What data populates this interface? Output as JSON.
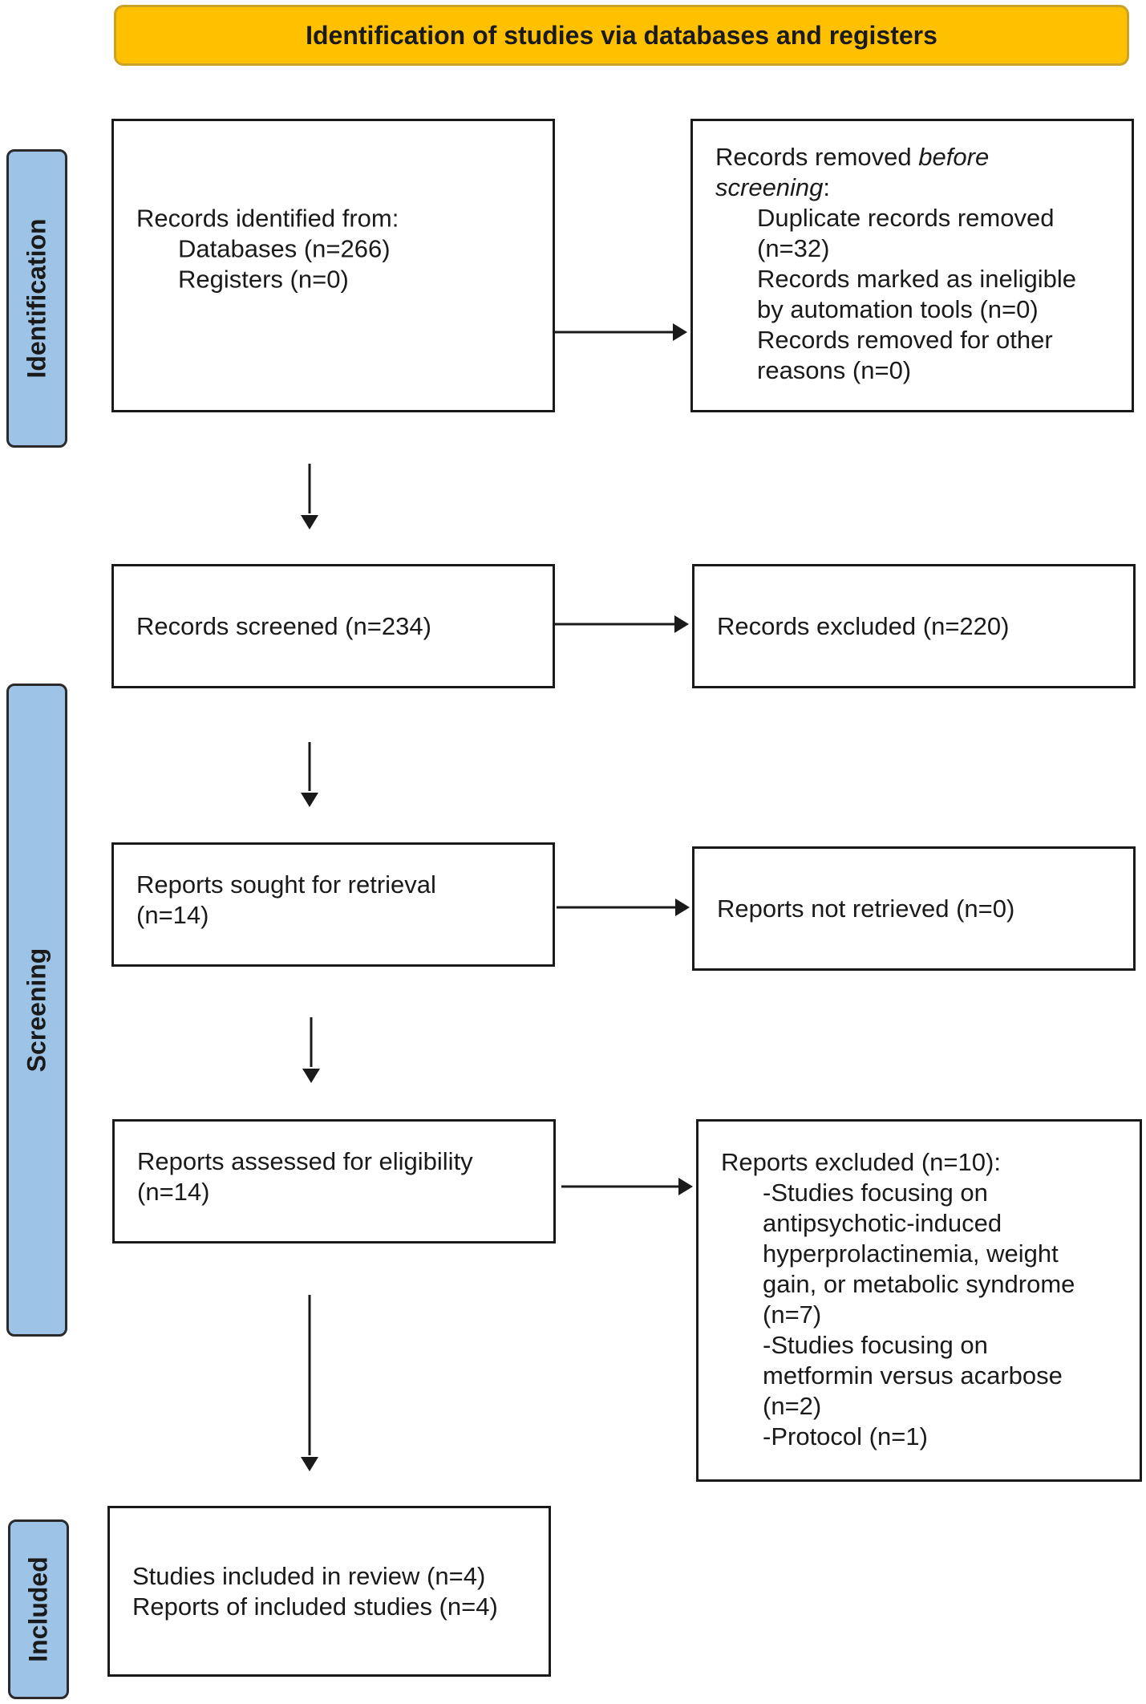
{
  "header": {
    "title": "Identification of studies via databases and registers"
  },
  "phases": {
    "identification": "Identification",
    "screening": "Screening",
    "included": "Included"
  },
  "boxes": {
    "identified": {
      "heading": "Records identified from:",
      "databases": "Databases (n=266)",
      "registers": "Registers (n=0)"
    },
    "removed": {
      "heading_prefix": "Records removed ",
      "heading_em1": "before",
      "heading_em2": "screening",
      "heading_suffix": ":",
      "duplicates_1": "Duplicate records removed",
      "duplicates_2": "(n=32)",
      "ineligible_1": "Records marked as ineligible",
      "ineligible_2": "by automation tools (n=0)",
      "other_1": "Records removed for other",
      "other_2": "reasons (n=0)"
    },
    "screened": {
      "text": "Records screened (n=234)"
    },
    "excluded": {
      "text": "Records excluded (n=220)"
    },
    "sought": {
      "line1": "Reports sought for retrieval",
      "line2": "(n=14)"
    },
    "not_retrieved": {
      "text": "Reports not retrieved (n=0)"
    },
    "assessed": {
      "line1": "Reports assessed for eligibility",
      "line2": "(n=14)"
    },
    "reports_excluded": {
      "heading": "Reports excluded (n=10):",
      "r1_l1": "-Studies focusing on",
      "r1_l2": "antipsychotic-induced",
      "r1_l3": "hyperprolactinemia, weight",
      "r1_l4": "gain, or metabolic syndrome",
      "r1_l5": "(n=7)",
      "r2_l1": "-Studies focusing on",
      "r2_l2": "metformin versus acarbose",
      "r2_l3": "(n=2)",
      "r3": "-Protocol (n=1)"
    },
    "included": {
      "studies": "Studies included in review (n=4)",
      "reports": "Reports of included studies (n=4)"
    }
  },
  "colors": {
    "header_fill": "#FFC000",
    "phase_fill": "#9DC3E6",
    "stroke": "#1a1a1a"
  }
}
